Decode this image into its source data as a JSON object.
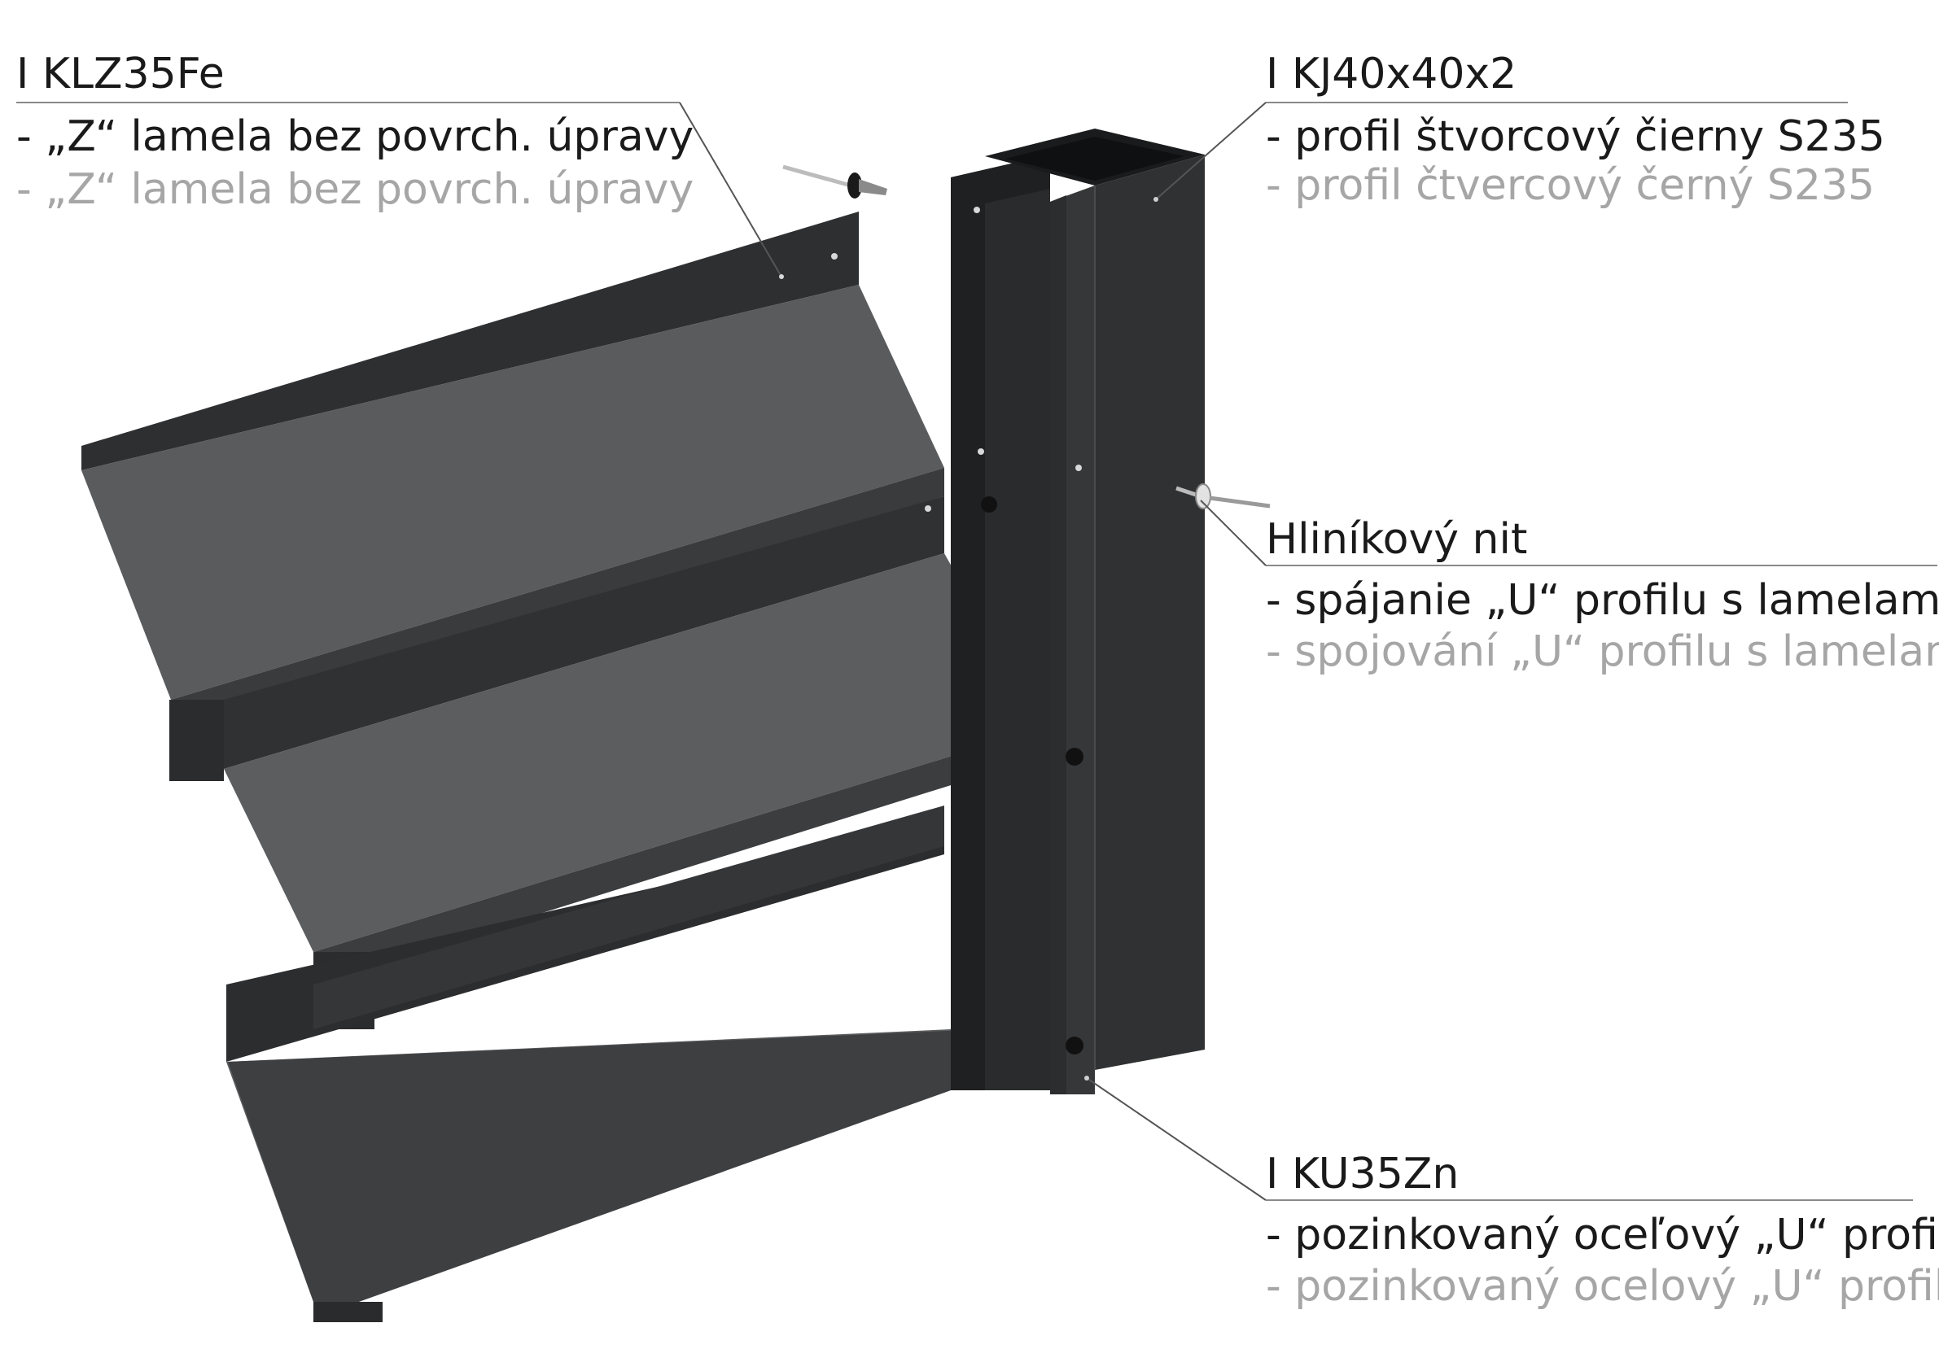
{
  "labels": {
    "klz": {
      "title": "I KLZ35Fe",
      "line1": "- „Z“ lamela bez povrch. úpravy",
      "line2": "- „Z“ lamela bez povrch. úpravy"
    },
    "kj": {
      "title": "I KJ40x40x2",
      "line1": "- profil štvorcový čierny S235",
      "line2": "- profil čtvercový černý S235"
    },
    "nit": {
      "title": "Hliníkový nit",
      "line1": "- spájanie „U“ profilu s lamelami",
      "line2": "- spojování „U“ profilu s lamelami"
    },
    "ku": {
      "title": "I KU35Zn",
      "line1": "- pozinkovaný oceľový „U“ profil",
      "line2": "- pozinkovaný ocelový „U“ profil"
    }
  },
  "colors": {
    "lamella_top": "#5e5f61",
    "lamella_face": "#3e3f41",
    "lamella_edge": "#2a2b2d",
    "profile_front": "#333435",
    "profile_side": "#262728",
    "profile_dark": "#1b1c1d",
    "text_primary": "#1a1a1a",
    "text_secondary": "#a6a6a6"
  }
}
